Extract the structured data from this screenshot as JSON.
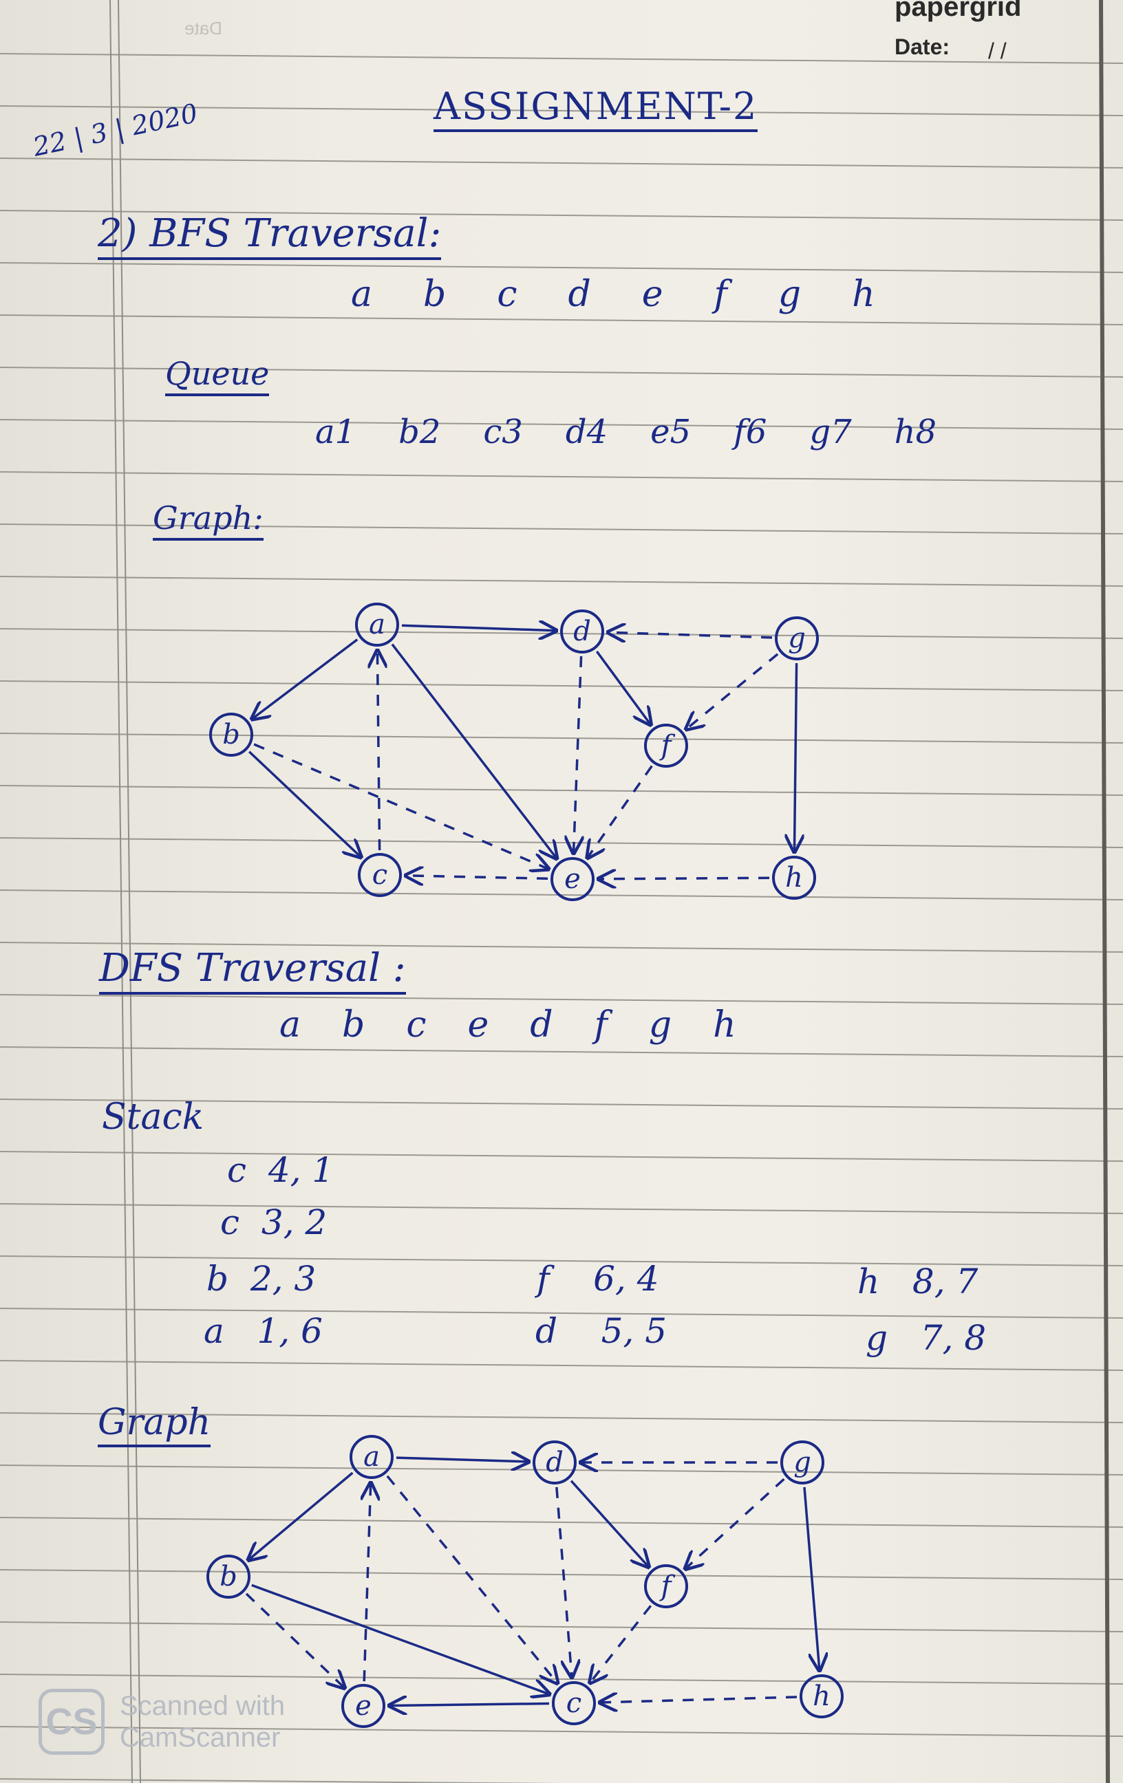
{
  "notebook": {
    "brand": "papergrid",
    "date_label": "Date:",
    "date_value": "/   /",
    "faint_stamp": "Date"
  },
  "assignment": {
    "date": "22 | 3 | 2020",
    "title": "ASSIGNMENT-2"
  },
  "bfs": {
    "heading": "2) BFS Traversal:",
    "order": [
      "a",
      "b",
      "c",
      "d",
      "e",
      "f",
      "g",
      "h"
    ],
    "queue_label": "Queue",
    "queue": [
      "a1",
      "b2",
      "c3",
      "d4",
      "e5",
      "f6",
      "g7",
      "h8"
    ],
    "graph_label": "Graph:",
    "graph": {
      "nodes": [
        {
          "id": "a",
          "label": "a"
        },
        {
          "id": "d",
          "label": "d"
        },
        {
          "id": "g",
          "label": "g"
        },
        {
          "id": "b",
          "label": "b"
        },
        {
          "id": "f",
          "label": "f"
        },
        {
          "id": "c",
          "label": "c"
        },
        {
          "id": "e",
          "label": "e"
        },
        {
          "id": "h",
          "label": "h"
        }
      ],
      "edges": [
        {
          "from": "a",
          "to": "d",
          "style": "solid"
        },
        {
          "from": "a",
          "to": "b",
          "style": "solid"
        },
        {
          "from": "a",
          "to": "e",
          "style": "solid"
        },
        {
          "from": "c",
          "to": "a",
          "style": "dashed"
        },
        {
          "from": "b",
          "to": "c",
          "style": "solid"
        },
        {
          "from": "b",
          "to": "e",
          "style": "dashed"
        },
        {
          "from": "d",
          "to": "f",
          "style": "solid"
        },
        {
          "from": "d",
          "to": "e",
          "style": "dashed"
        },
        {
          "from": "g",
          "to": "d",
          "style": "dashed"
        },
        {
          "from": "g",
          "to": "f",
          "style": "dashed"
        },
        {
          "from": "g",
          "to": "h",
          "style": "solid"
        },
        {
          "from": "f",
          "to": "e",
          "style": "dashed"
        },
        {
          "from": "e",
          "to": "c",
          "style": "dashed"
        },
        {
          "from": "h",
          "to": "e",
          "style": "dashed"
        }
      ]
    }
  },
  "dfs": {
    "heading": "DFS Traversal :",
    "order": [
      "a",
      "b",
      "c",
      "e",
      "d",
      "f",
      "g",
      "h"
    ],
    "stack_label": "Stack",
    "stack_columns": [
      [
        {
          "node": "c",
          "times": "4, 1"
        },
        {
          "node": "c",
          "times": "3, 2"
        },
        {
          "node": "b",
          "times": "2, 3"
        },
        {
          "node": "a",
          "times": "1, 6"
        }
      ],
      [
        {
          "node": "f",
          "times": "6, 4"
        },
        {
          "node": "d",
          "times": "5, 5"
        }
      ],
      [
        {
          "node": "h",
          "times": "8, 7"
        },
        {
          "node": "g",
          "times": "7, 8"
        }
      ]
    ],
    "graph_label": "Graph",
    "graph": {
      "nodes": [
        {
          "id": "a",
          "label": "a"
        },
        {
          "id": "d",
          "label": "d"
        },
        {
          "id": "g",
          "label": "g"
        },
        {
          "id": "b",
          "label": "b"
        },
        {
          "id": "f",
          "label": "f"
        },
        {
          "id": "e",
          "label": "e"
        },
        {
          "id": "c",
          "label": "c"
        },
        {
          "id": "h",
          "label": "h"
        }
      ],
      "edges": [
        {
          "from": "a",
          "to": "d",
          "style": "solid"
        },
        {
          "from": "a",
          "to": "b",
          "style": "solid"
        },
        {
          "from": "e",
          "to": "a",
          "style": "dashed"
        },
        {
          "from": "a",
          "to": "c",
          "style": "dashed"
        },
        {
          "from": "b",
          "to": "e",
          "style": "dashed"
        },
        {
          "from": "b",
          "to": "c",
          "style": "solid"
        },
        {
          "from": "c",
          "to": "e",
          "style": "solid"
        },
        {
          "from": "d",
          "to": "f",
          "style": "solid"
        },
        {
          "from": "d",
          "to": "c",
          "style": "dashed"
        },
        {
          "from": "g",
          "to": "d",
          "style": "dashed"
        },
        {
          "from": "g",
          "to": "f",
          "style": "dashed"
        },
        {
          "from": "g",
          "to": "h",
          "style": "solid"
        },
        {
          "from": "f",
          "to": "c",
          "style": "dashed"
        },
        {
          "from": "h",
          "to": "c",
          "style": "dashed"
        }
      ]
    }
  },
  "watermark": {
    "logo": "CS",
    "line1": "Scanned with",
    "line2": "CamScanner"
  }
}
